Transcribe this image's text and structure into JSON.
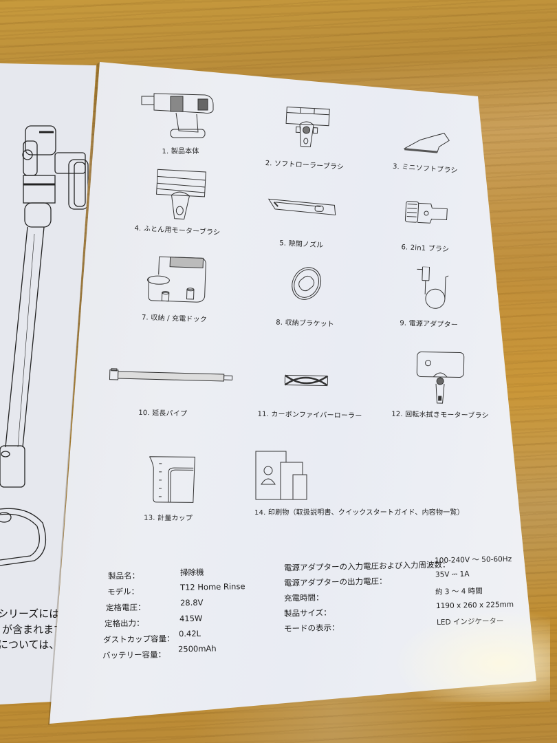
{
  "document": {
    "type": "product manual page - package contents and specifications",
    "language": "ja"
  },
  "contents": {
    "items": [
      {
        "no": "1.",
        "label": "1. 製品本体",
        "icon": "vacuum-handheld-body-icon"
      },
      {
        "no": "2.",
        "label": "2. ソフトローラーブラシ",
        "icon": "soft-roller-brush-icon"
      },
      {
        "no": "3.",
        "label": "3. ミニソフトブラシ",
        "icon": "mini-soft-brush-icon"
      },
      {
        "no": "4.",
        "label": "4. ふとん用モーターブラシ",
        "icon": "futon-motor-brush-icon"
      },
      {
        "no": "5.",
        "label": "5. 隙間ノズル",
        "icon": "crevice-nozzle-icon"
      },
      {
        "no": "6.",
        "label": "6. 2in1 ブラシ",
        "icon": "2in1-brush-icon"
      },
      {
        "no": "7.",
        "label": "7. 収納 / 充電ドック",
        "icon": "charging-dock-icon"
      },
      {
        "no": "8.",
        "label": "8. 収納ブラケット",
        "icon": "wall-bracket-icon"
      },
      {
        "no": "9.",
        "label": "9. 電源アダプター",
        "icon": "power-adapter-icon"
      },
      {
        "no": "10.",
        "label": "10. 延長パイプ",
        "icon": "extension-pipe-icon"
      },
      {
        "no": "11.",
        "label": "11. カーボンファイバーローラー",
        "icon": "carbon-fiber-roller-icon"
      },
      {
        "no": "12.",
        "label": "12. 回転水拭きモーターブラシ",
        "icon": "rotating-mop-brush-icon"
      },
      {
        "no": "13.",
        "label": "13. 計量カップ",
        "icon": "measuring-cup-icon"
      },
      {
        "no": "14.",
        "label": "14. 印刷物（取扱説明書、クイックスタートガイド、内容物一覧）",
        "icon": "printed-documents-icon"
      }
    ]
  },
  "specs_left": [
    {
      "label": "製品名：",
      "value": "掃除機"
    },
    {
      "label": "モデル：",
      "value": "T12 Home Rinse"
    },
    {
      "label": "定格電圧：",
      "value": "28.8V"
    },
    {
      "label": "定格出力：",
      "value": "415W"
    },
    {
      "label": "ダストカップ容量：",
      "value": "0.42L"
    },
    {
      "label": "バッテリー容量：",
      "value": "2500mAh"
    }
  ],
  "specs_right": [
    {
      "label": "電源アダプターの入力電圧および入力周波数：",
      "value": "100-240V ～ 50-60Hz"
    },
    {
      "label": "電源アダプターの出力電圧：",
      "value": "35V ⎓ 1A"
    },
    {
      "label": "充電時間：",
      "value": "約 3 ～ 4 時間"
    },
    {
      "label": "製品サイズ：",
      "value": "1190 x 260 x 225mm"
    },
    {
      "label": "モードの表示：",
      "value": "LED インジケーター"
    }
  ],
  "left_page": {
    "text_fragments": [
      "シリーズには",
      "が含まれます。",
      "については、"
    ]
  },
  "colors": {
    "paper": "#eceef3",
    "ink": "#1a1a1a",
    "wood_light": "#c9a262",
    "wood_dark": "#b88a3a"
  }
}
